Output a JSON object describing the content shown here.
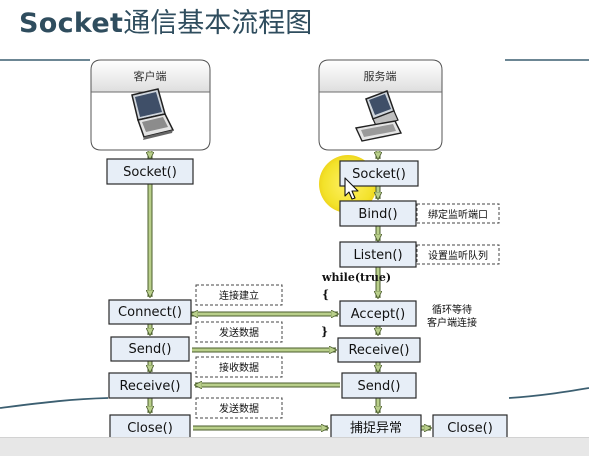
{
  "title": {
    "latin": "Socket",
    "chinese": "通信基本流程图"
  },
  "columns": {
    "client": "客户端",
    "server": "服务端"
  },
  "client_steps": {
    "socket": "Socket()",
    "connect": "Connect()",
    "send": "Send()",
    "receive": "Receive()",
    "close": "Close()"
  },
  "server_steps": {
    "socket": "Socket()",
    "bind": "Bind()",
    "listen": "Listen()",
    "accept": "Accept()",
    "receive": "Receive()",
    "send": "Send()",
    "catch": "捕捉异常",
    "close": "Close()"
  },
  "server_notes": {
    "bind": "绑定监听端口",
    "listen": "设置监听队列",
    "accept_line1": "循环等待",
    "accept_line2": "客户端连接"
  },
  "loop": {
    "while": "while(true)",
    "brace_open": "{",
    "brace_close": "}"
  },
  "exchanges": {
    "connect": "连接建立",
    "send": "发送数据",
    "receive": "接收数据",
    "close": "发送数据"
  },
  "colors": {
    "title": "#2f4d5e",
    "box_fill": "#e7eef7",
    "arrow_green": "#b9cf8a",
    "arrow_outline": "#4b5d2e",
    "highlight": "#f3e22a",
    "bottom_bar": "#e7e7e7"
  },
  "icons": {
    "client": "laptop-icon",
    "server": "desktop-computer-icon",
    "cursor": "mouse-pointer-icon"
  }
}
